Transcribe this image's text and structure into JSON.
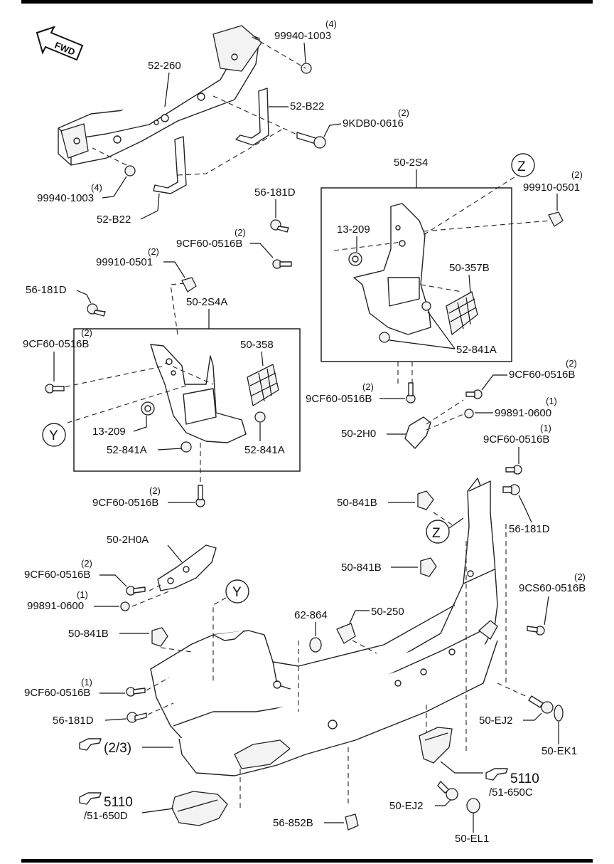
{
  "fwd_label": "FWD",
  "view_markers": {
    "z": "Z",
    "y": "Y"
  },
  "parts": {
    "reinforcement": "52-260",
    "bracket_upper": "52-B22",
    "bracket_lower": "52-B22",
    "bolt_kdb": "9KDB0-0616",
    "bolt_kdb_qty": "(2)",
    "nut_top": "99940-1003",
    "nut_top_qty": "(4)",
    "nut_left": "99940-1003",
    "nut_left_qty": "(4)",
    "bracket_right": "50-2S4",
    "bracket_left": "50-2S4A",
    "clip_right": "99910-0501",
    "clip_right_qty": "(2)",
    "clip_left": "99910-0501",
    "clip_left_qty": "(2)",
    "screw_56_181d_a": "56-181D",
    "screw_56_181d_b": "56-181D",
    "screw_56_181d_c": "56-181D",
    "screw_56_181d_d": "56-181D",
    "bolt_cf_a": "9CF60-0516B",
    "bolt_cf_a_qty": "(2)",
    "bolt_cf_b": "9CF60-0516B",
    "bolt_cf_b_qty": "(2)",
    "bolt_cf_c": "9CF60-0516B",
    "bolt_cf_c_qty": "(2)",
    "bolt_cf_d": "9CF60-0516B",
    "bolt_cf_d_qty": "(2)",
    "bolt_cf_e": "9CF60-0516B",
    "bolt_cf_e_qty": "(2)",
    "bolt_cf_f": "9CF60-0516B",
    "bolt_cf_f_qty": "(1)",
    "bolt_cf_g": "9CF60-0516B",
    "bolt_cf_g_qty": "(2)",
    "bolt_cf_h": "9CF60-0516B",
    "bolt_cf_h_qty": "(1)",
    "grommet_r": "13-209",
    "grommet_l": "13-209",
    "pad_r": "50-357B",
    "pad_l": "50-358",
    "nut_841a_r": "52-841A",
    "nut_841a_l1": "52-841A",
    "nut_841a_l2": "52-841A",
    "washer_a": "99891-0600",
    "washer_a_qty": "(1)",
    "washer_b": "99891-0600",
    "washer_b_qty": "(1)",
    "holder_r": "50-2H0",
    "holder_l": "50-2H0A",
    "clip_841b_a": "50-841B",
    "clip_841b_b": "50-841B",
    "clip_841b_c": "50-841B",
    "bolt_cs": "9CS60-0516B",
    "bolt_cs_qty": "(2)",
    "cap_62": "62-864",
    "bracket_250": "50-250",
    "ej2_a": "50-EJ2",
    "ej2_b": "50-EJ2",
    "ek1": "50-EK1",
    "el1": "50-EL1",
    "clip_852": "56-852B",
    "ref_23": "(2/3)",
    "ref_5110_r": "5110",
    "ref_5110_r_sub": "/51-650C",
    "ref_5110_l": "5110",
    "ref_5110_l_sub": "/51-650D"
  }
}
